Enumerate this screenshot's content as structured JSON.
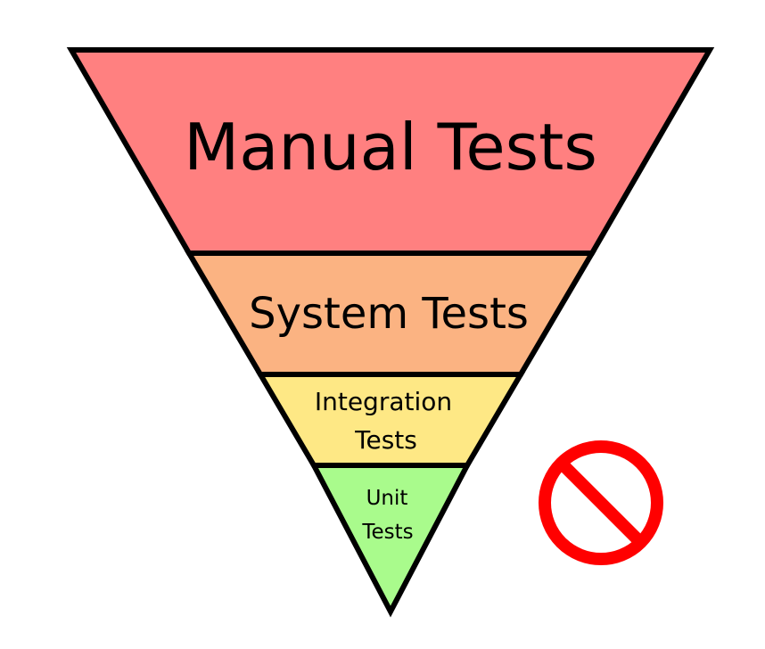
{
  "diagram": {
    "layers": [
      {
        "id": "manual",
        "lines": [
          "Manual Tests"
        ],
        "color": "#ff8080"
      },
      {
        "id": "system",
        "lines": [
          "System Tests"
        ],
        "color": "#fbb382"
      },
      {
        "id": "integration",
        "lines": [
          "Integration",
          "Tests"
        ],
        "color": "#fee885"
      },
      {
        "id": "unit",
        "lines": [
          "Unit",
          "Tests"
        ],
        "color": "#a9fb8c"
      }
    ],
    "outline_color": "#000000",
    "prohibited_sign": {
      "icon": "prohibited-icon",
      "color": "#ff0000"
    }
  }
}
